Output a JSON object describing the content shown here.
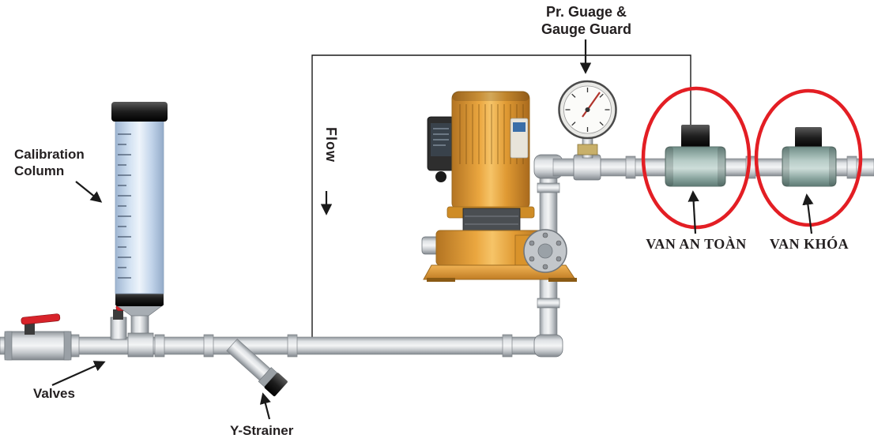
{
  "labels": {
    "calibration_column": "Calibration\nColumn",
    "valves": "Valves",
    "y_strainer": "Y-Strainer",
    "flow": "Flow",
    "pressure_gauge": "Pr. Guage &\nGauge Guard",
    "safety_valve": "VAN AN TOÀN",
    "lock_valve": "VAN KHÓA"
  },
  "colors": {
    "highlight_red": "#E31E24",
    "pump_orange": "#E5A33C",
    "valve_body_teal": "#92AEA7",
    "pipe_silver": "#C7CBD0",
    "column_glass_blue": "#CADCEF",
    "handle_red": "#D8232A",
    "text_black": "#231F20"
  }
}
